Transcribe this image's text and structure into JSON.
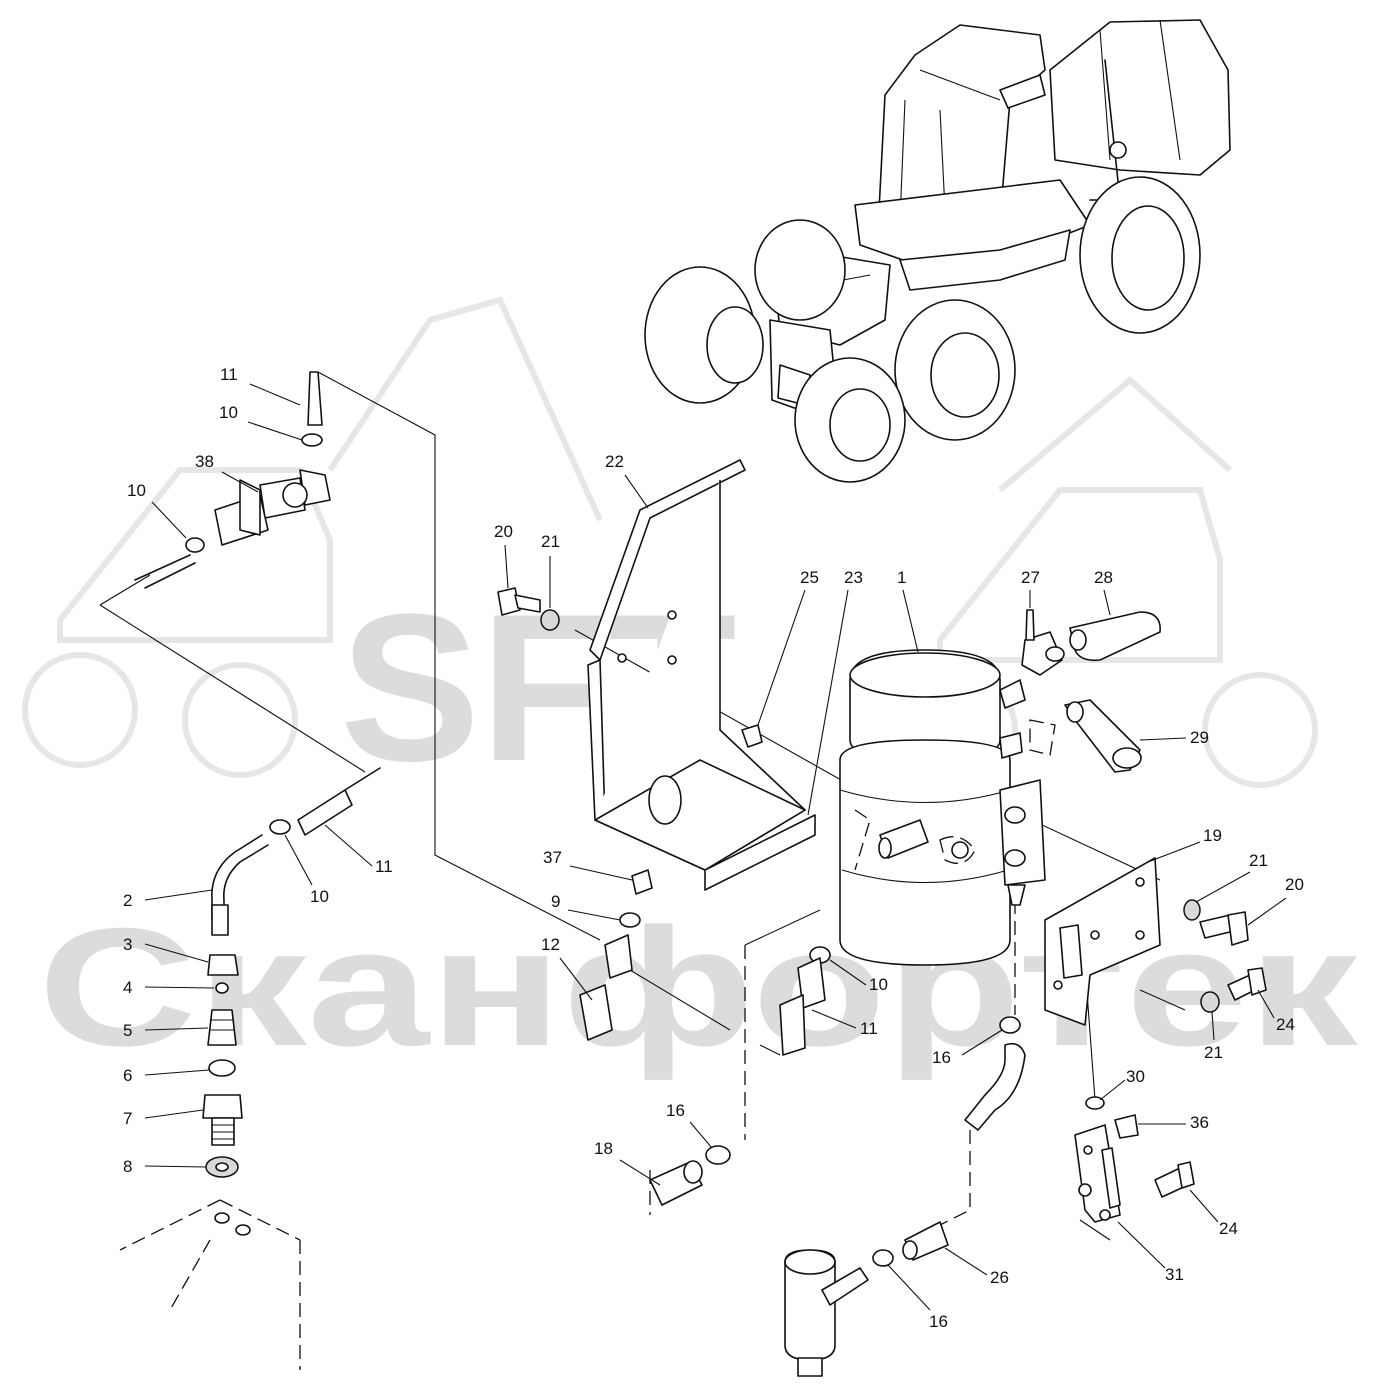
{
  "watermark": {
    "logo_text": "SFT",
    "company_text": "Сканфортек",
    "color": "#dcdcdc"
  },
  "callouts": [
    {
      "id": "c-11-top",
      "text": "11"
    },
    {
      "id": "c-10-top",
      "text": "10"
    },
    {
      "id": "c-38",
      "text": "38"
    },
    {
      "id": "c-10-left",
      "text": "10"
    },
    {
      "id": "c-22",
      "text": "22"
    },
    {
      "id": "c-20-left",
      "text": "20"
    },
    {
      "id": "c-21-left",
      "text": "21"
    },
    {
      "id": "c-25",
      "text": "25"
    },
    {
      "id": "c-23",
      "text": "23"
    },
    {
      "id": "c-1",
      "text": "1"
    },
    {
      "id": "c-27",
      "text": "27"
    },
    {
      "id": "c-28",
      "text": "28"
    },
    {
      "id": "c-29",
      "text": "29"
    },
    {
      "id": "c-11-mid",
      "text": "11"
    },
    {
      "id": "c-10-mid",
      "text": "10"
    },
    {
      "id": "c-2",
      "text": "2"
    },
    {
      "id": "c-3",
      "text": "3"
    },
    {
      "id": "c-4",
      "text": "4"
    },
    {
      "id": "c-5",
      "text": "5"
    },
    {
      "id": "c-6",
      "text": "6"
    },
    {
      "id": "c-7",
      "text": "7"
    },
    {
      "id": "c-8",
      "text": "8"
    },
    {
      "id": "c-37",
      "text": "37"
    },
    {
      "id": "c-9",
      "text": "9"
    },
    {
      "id": "c-12",
      "text": "12"
    },
    {
      "id": "c-10-center",
      "text": "10"
    },
    {
      "id": "c-11-center",
      "text": "11"
    },
    {
      "id": "c-19",
      "text": "19"
    },
    {
      "id": "c-21-right",
      "text": "21"
    },
    {
      "id": "c-20-right",
      "text": "20"
    },
    {
      "id": "c-24-right",
      "text": "24"
    },
    {
      "id": "c-21-lower",
      "text": "21"
    },
    {
      "id": "c-16-center",
      "text": "16"
    },
    {
      "id": "c-30",
      "text": "30"
    },
    {
      "id": "c-36",
      "text": "36"
    },
    {
      "id": "c-24-lower",
      "text": "24"
    },
    {
      "id": "c-31",
      "text": "31"
    },
    {
      "id": "c-16-left",
      "text": "16"
    },
    {
      "id": "c-18",
      "text": "18"
    },
    {
      "id": "c-26",
      "text": "26"
    },
    {
      "id": "c-16-bottom",
      "text": "16"
    }
  ]
}
